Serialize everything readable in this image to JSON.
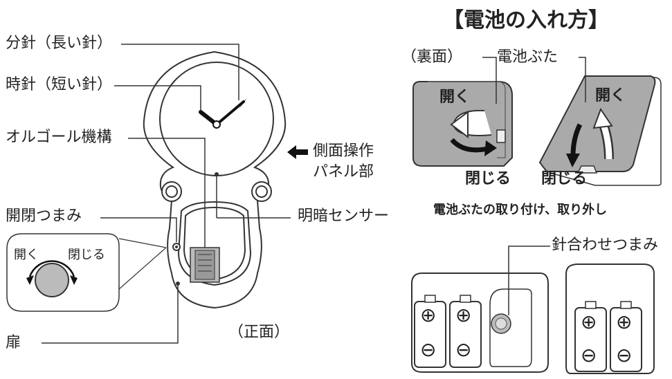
{
  "left": {
    "minute_hand_label": "分針（長い針）",
    "hour_hand_label": "時針（短い針）",
    "music_box_label": "オルゴール機構",
    "side_panel_line1": "側面操作",
    "side_panel_line2": "パネル部",
    "knob_label": "開閉つまみ",
    "light_sensor_label": "明暗センサー",
    "open_label": "開く",
    "close_label": "閉じる",
    "door_label": "扉",
    "front_caption": "（正面）"
  },
  "right": {
    "title": "【電池の入れ方】",
    "back_label": "（裏面）",
    "cover_label": "電池ぶた",
    "open_label": "開く",
    "close_label": "閉じる",
    "caption": "電池ぶたの取り付け、取り外し",
    "hand_set_label": "針合わせつまみ",
    "plus_symbol": "⊕",
    "minus_symbol": "⊖"
  }
}
